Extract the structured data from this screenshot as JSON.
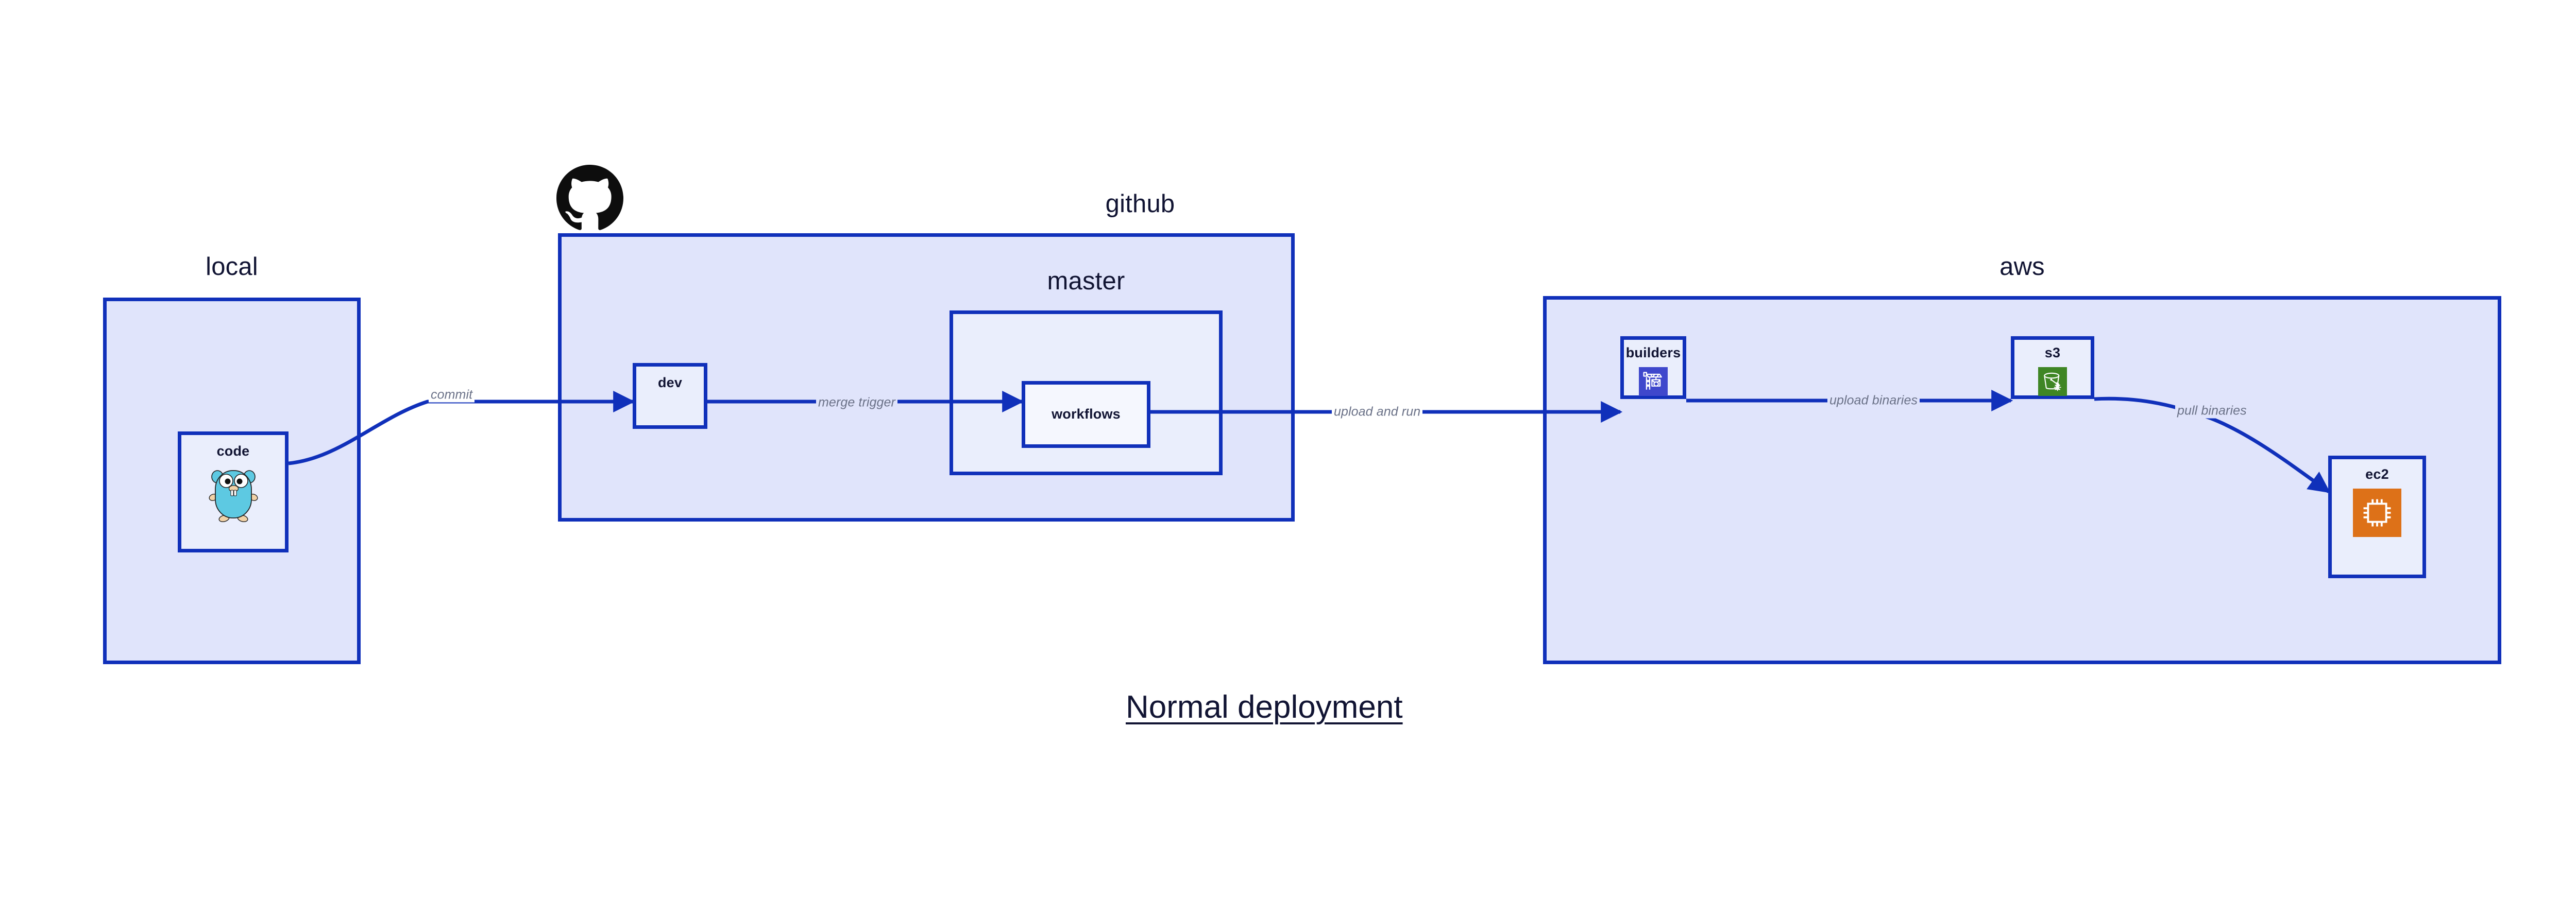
{
  "diagram": {
    "title": "Normal deployment",
    "accent_border": "#1030ba",
    "group_fill": "#e0e4fb",
    "node_fill": "#eaeefc",
    "label_color": "#6b7288"
  },
  "groups": [
    {
      "id": "local",
      "label": "local"
    },
    {
      "id": "github",
      "label": "github"
    },
    {
      "id": "master",
      "label": "master"
    },
    {
      "id": "aws",
      "label": "aws"
    }
  ],
  "nodes": [
    {
      "id": "code",
      "label": "code",
      "icon": "go-gopher-icon"
    },
    {
      "id": "dev",
      "label": "dev",
      "icon": "none"
    },
    {
      "id": "workflows",
      "label": "workflows",
      "icon": "none"
    },
    {
      "id": "builders",
      "label": "builders",
      "icon": "aws-codebuild-icon",
      "icon_color": "#3f48cc"
    },
    {
      "id": "s3",
      "label": "s3",
      "icon": "aws-s3-glacier-icon",
      "icon_color": "#3f8624"
    },
    {
      "id": "ec2",
      "label": "ec2",
      "icon": "aws-ec2-icon",
      "icon_color": "#dd7118"
    }
  ],
  "edges": [
    {
      "id": "commit",
      "from": "code",
      "to": "dev",
      "label": "commit"
    },
    {
      "id": "merge-trigger",
      "from": "dev",
      "to": "workflows",
      "label": "merge trigger"
    },
    {
      "id": "upload-and-run",
      "from": "workflows",
      "to": "builders",
      "label": "upload and run"
    },
    {
      "id": "upload-binaries",
      "from": "builders",
      "to": "s3",
      "label": "upload binaries"
    },
    {
      "id": "pull-binaries",
      "from": "s3",
      "to": "ec2",
      "label": "pull binaries"
    }
  ],
  "logos": [
    {
      "id": "github-logo",
      "name": "github-octocat-icon",
      "color": "#0d0d0d"
    }
  ]
}
